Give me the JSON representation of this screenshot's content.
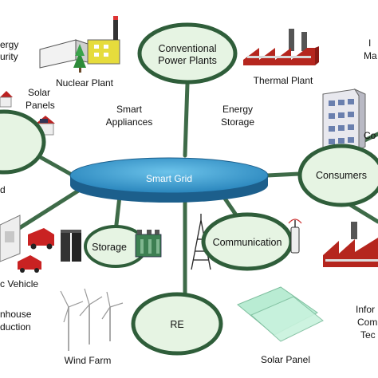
{
  "hub": {
    "label": "Smart Grid"
  },
  "nodes": {
    "conventional": {
      "line1": "Conventional",
      "line2": "Power Plants"
    },
    "consumers": {
      "label": "Consumers"
    },
    "communication": {
      "label": "Communication"
    },
    "storage": {
      "label": "Storage"
    },
    "re": {
      "label": "RE"
    }
  },
  "labels": {
    "nuclear": "Nuclear Plant",
    "thermal": "Thermal Plant",
    "smart_appliances": {
      "line1": "Smart",
      "line2": "Appliances"
    },
    "energy_storage": {
      "line1": "Energy",
      "line2": "Storage"
    },
    "solar_panels": {
      "line1": "Solar",
      "line2": "Panels"
    },
    "energy_security": {
      "line1": "ergy",
      "line2": "urity"
    },
    "left_d": "d",
    "electric_vehicle": "c Vehicle",
    "greenhouse": {
      "line1": "nhouse",
      "line2": "duction"
    },
    "wind_farm": "Wind Farm",
    "solar_panel": "Solar Panel",
    "top_right_fragment": {
      "line1": "I",
      "line2": "Ma"
    },
    "right_co": "Co",
    "info_comm_tech": {
      "line1": "Infor",
      "line2": "Com",
      "line3": "Tec"
    }
  },
  "colors": {
    "node_fill": "#e6f4e3",
    "node_stroke": "#2f5e3a",
    "connector": "#3e6b48",
    "hub_top": "#2f8fc0",
    "hub_side": "#1c5f8c"
  }
}
